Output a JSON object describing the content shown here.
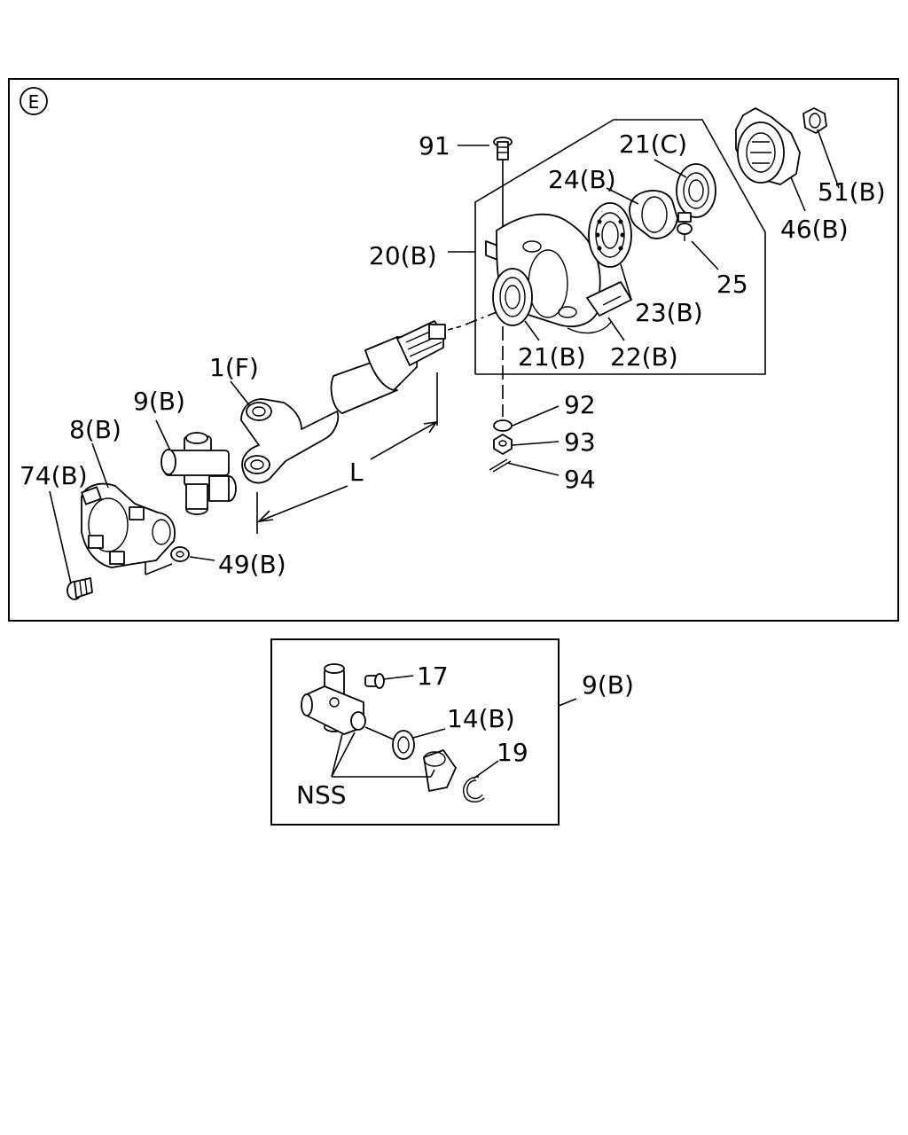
{
  "section_marker": "E",
  "main_labels": {
    "p91": "91",
    "p21c": "21(C)",
    "p24b": "24(B)",
    "p20b": "20(B)",
    "p51b": "51(B)",
    "p46b": "46(B)",
    "p25": "25",
    "p23b": "23(B)",
    "p21b": "21(B)",
    "p22b": "22(B)",
    "p1f": "1(F)",
    "p9b": "9(B)",
    "p8b": "8(B)",
    "p74b": "74(B)",
    "p92": "92",
    "p93": "93",
    "p94": "94",
    "pL": "L",
    "p49b": "49(B)"
  },
  "detail_labels": {
    "p17": "17",
    "p14b": "14(B)",
    "p19": "19",
    "nss": "NSS",
    "p9b": "9(B)"
  }
}
